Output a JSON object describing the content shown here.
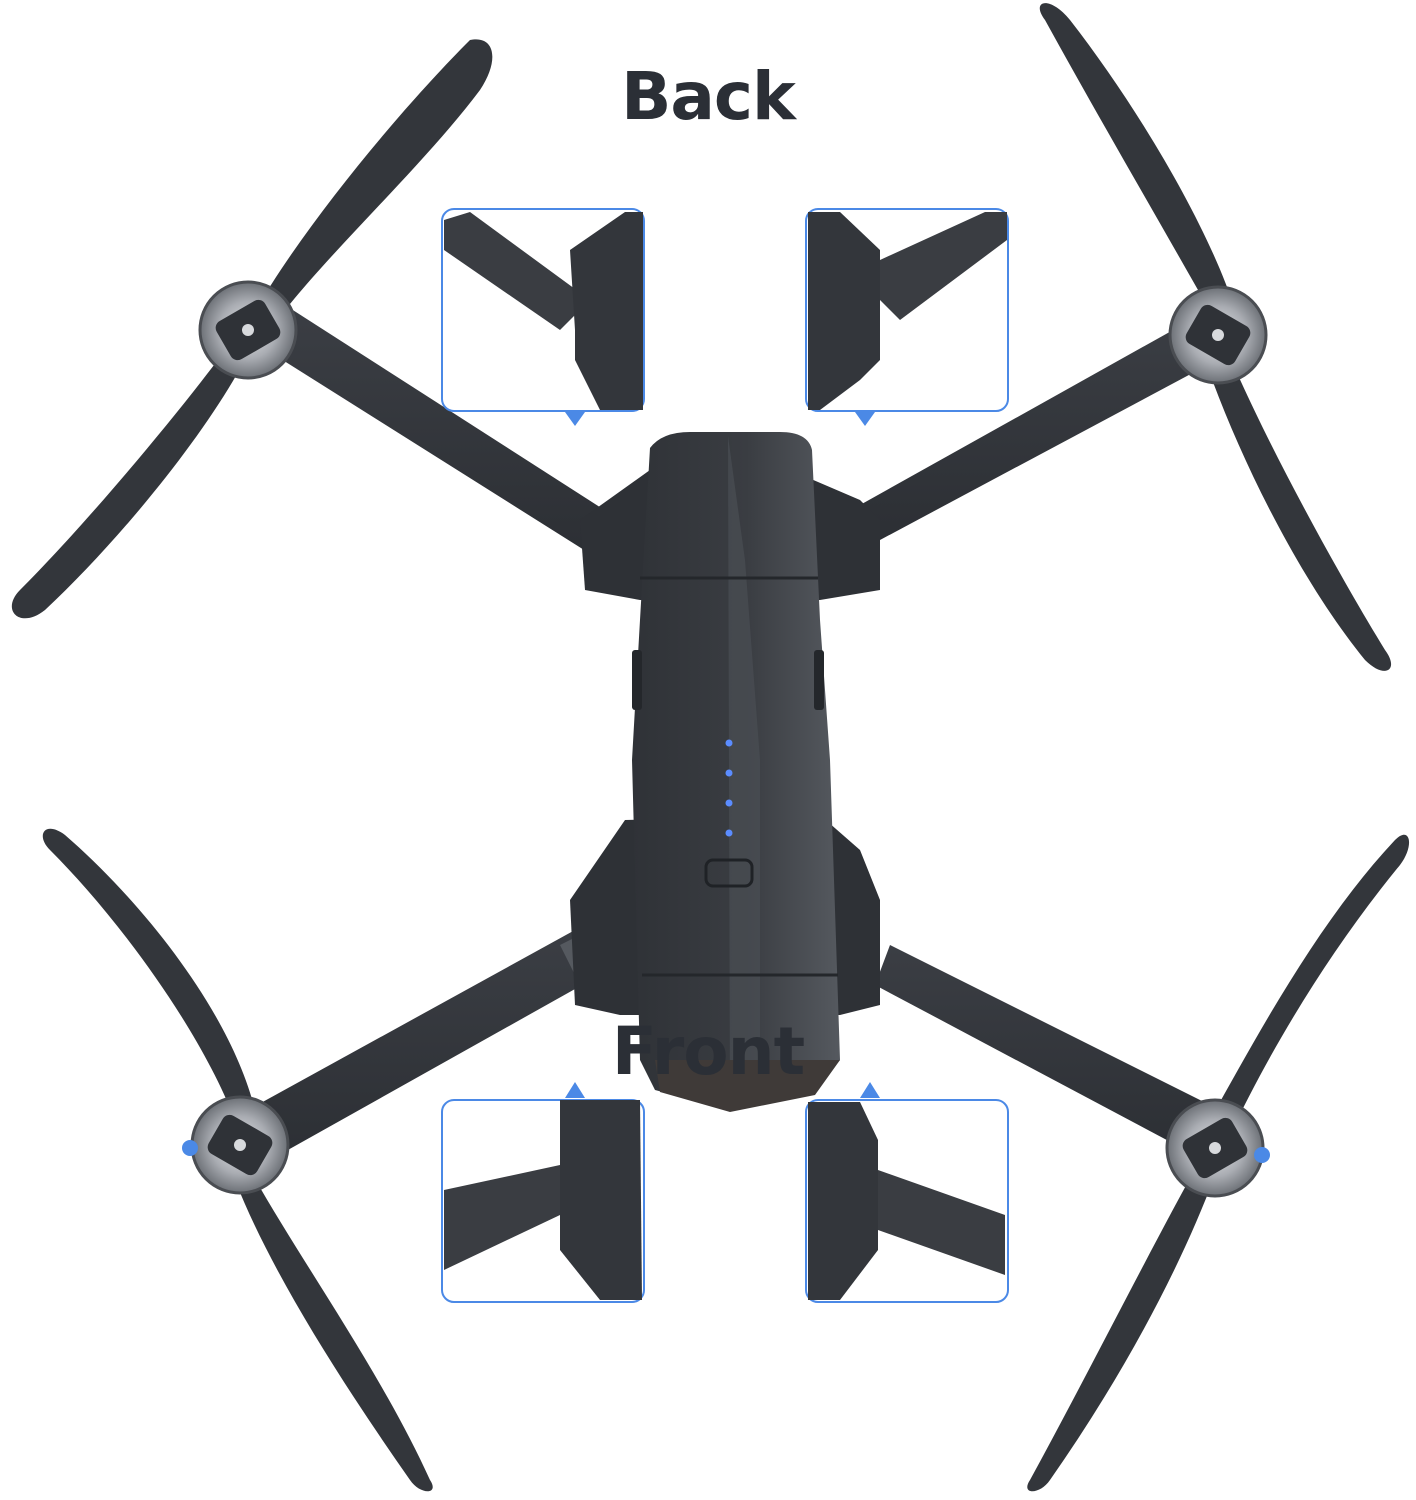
{
  "labels": {
    "back": "Back",
    "front": "Front"
  },
  "drone": {
    "battery_indicator_leds_lit": 4,
    "led_color": "#5b8cff",
    "body_color": "#3a3d42",
    "frame_accent_color": "#4b89e6"
  },
  "icons": {
    "arm_detail_insets": [
      "arm-detail-back-left-icon",
      "arm-detail-back-right-icon",
      "arm-detail-front-left-icon",
      "arm-detail-front-right-icon"
    ]
  }
}
